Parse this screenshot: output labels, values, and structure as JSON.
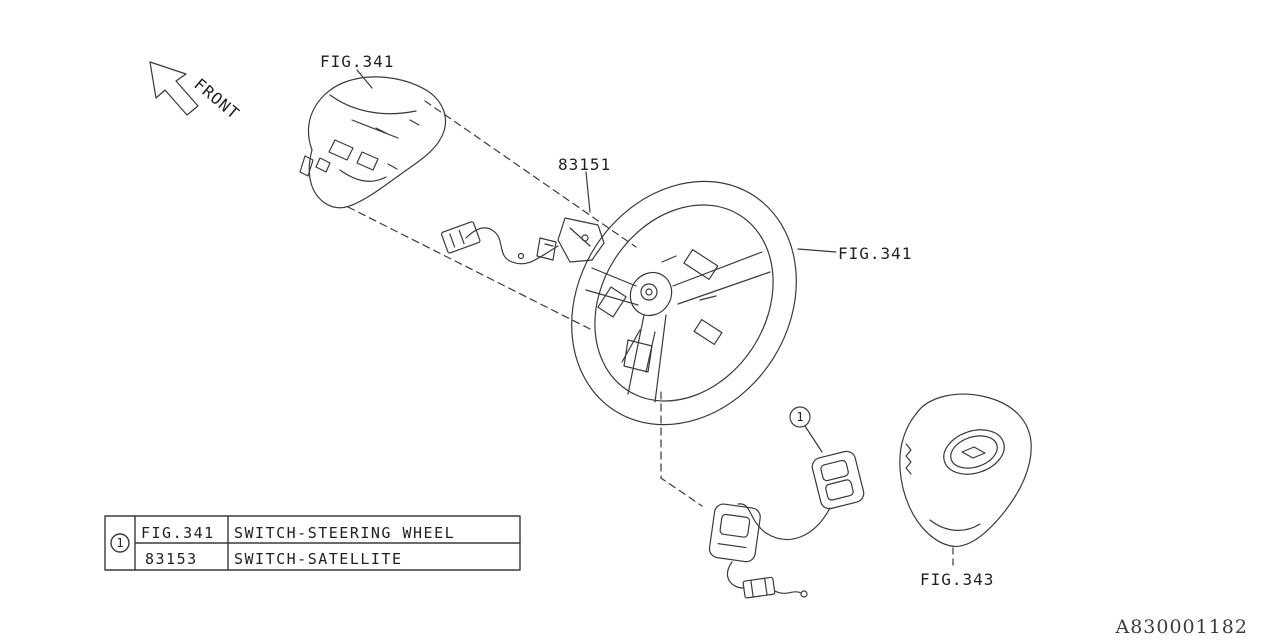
{
  "page": {
    "background": "#ffffff"
  },
  "colors": {
    "line": "#3a3a3a",
    "text": "#1f1f1f"
  },
  "diagram": {
    "front_label": "FRONT",
    "fig341_top": "FIG.341",
    "part_83151": "83151",
    "fig341_right": "FIG.341",
    "fig343": "FIG.343",
    "callout": "1"
  },
  "legend": {
    "callout": "1",
    "rows": [
      {
        "ref": "FIG.341",
        "desc": "SWITCH-STEERING WHEEL"
      },
      {
        "ref": "83153",
        "desc": "SWITCH-SATELLITE"
      }
    ]
  },
  "footer": {
    "doc_number": "A830001182"
  }
}
